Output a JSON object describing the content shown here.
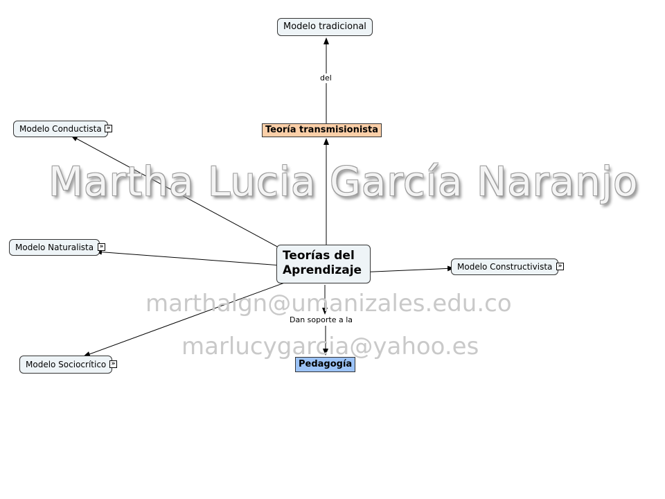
{
  "watermark": {
    "title": "Martha Lucia García Naranjo",
    "email1": "marthalgn@umanizales.edu.co",
    "email2": "marlucygarcia@yahoo.es"
  },
  "nodes": {
    "center": "Teorías del Aprendizaje",
    "modelo_tradicional": "Modelo tradicional",
    "teoria_transmisionista": "Teoría transmisionista",
    "modelo_conductista": "Modelo Conductista",
    "modelo_naturalista": "Modelo Naturalista",
    "modelo_constructivista": "Modelo Constructivista",
    "modelo_sociocritico": "Modelo Sociocrítico",
    "pedagogia": "Pedagogía"
  },
  "link_labels": {
    "del": "del",
    "dan_soporte": "Dan soporte a la"
  },
  "colors": {
    "transmisionista_fill": "#fbcfa8",
    "pedagogia_fill": "#9cc3f7",
    "model_fill": "#eef4f7"
  }
}
